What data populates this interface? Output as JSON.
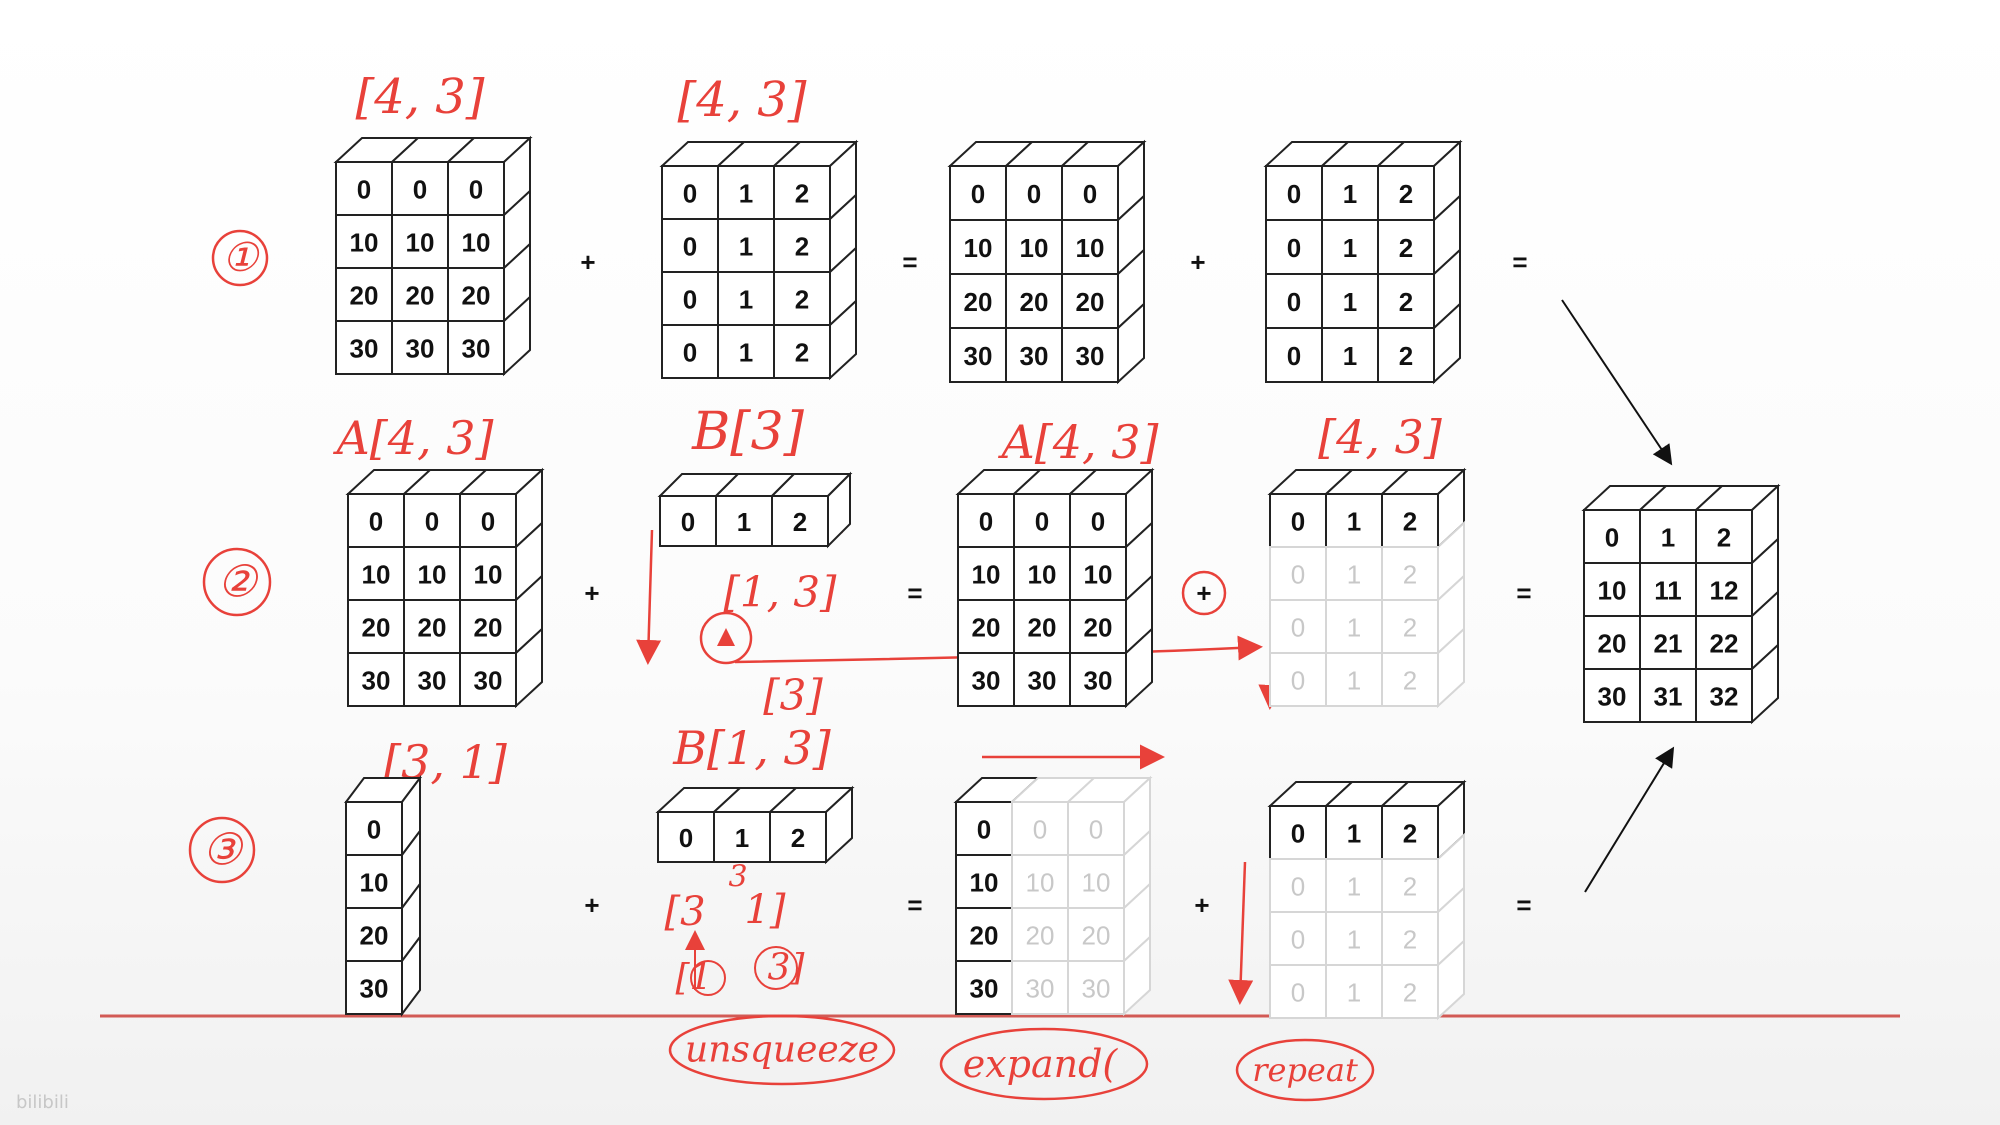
{
  "corner_mark": "",
  "watermark": "bilibili",
  "operators": {
    "plus": "+",
    "equals": "="
  },
  "row_markers": [
    "①",
    "②",
    "③"
  ],
  "shape_labels": {
    "r1a": "[4, 3]",
    "r1b": "[4, 3]",
    "r2a": "A[4, 3]",
    "r2b": "B[3]",
    "r2c": "A[4, 3]",
    "r2d": "[4, 3]",
    "r2e": "[1, 3]",
    "r2f": "[3]",
    "r3a": "[3, 1]",
    "r3b": "B[1, 3]",
    "r3c": "[3",
    "r3d": "1]",
    "r3e": "3",
    "r3f": "[1",
    "r3g": "3]"
  },
  "function_labels": {
    "unsqueeze": "unsqueeze",
    "expand": "expand(",
    "repeat": "repeat"
  },
  "grids": {
    "r1_a": [
      [
        "0",
        "0",
        "0"
      ],
      [
        "10",
        "10",
        "10"
      ],
      [
        "20",
        "20",
        "20"
      ],
      [
        "30",
        "30",
        "30"
      ]
    ],
    "r1_b": [
      [
        "0",
        "1",
        "2"
      ],
      [
        "0",
        "1",
        "2"
      ],
      [
        "0",
        "1",
        "2"
      ],
      [
        "0",
        "1",
        "2"
      ]
    ],
    "r1_c": [
      [
        "0",
        "0",
        "0"
      ],
      [
        "10",
        "10",
        "10"
      ],
      [
        "20",
        "20",
        "20"
      ],
      [
        "30",
        "30",
        "30"
      ]
    ],
    "r1_d": [
      [
        "0",
        "1",
        "2"
      ],
      [
        "0",
        "1",
        "2"
      ],
      [
        "0",
        "1",
        "2"
      ],
      [
        "0",
        "1",
        "2"
      ]
    ],
    "r2_a": [
      [
        "0",
        "0",
        "0"
      ],
      [
        "10",
        "10",
        "10"
      ],
      [
        "20",
        "20",
        "20"
      ],
      [
        "30",
        "30",
        "30"
      ]
    ],
    "r2_b": [
      [
        "0",
        "1",
        "2"
      ]
    ],
    "r2_c": [
      [
        "0",
        "0",
        "0"
      ],
      [
        "10",
        "10",
        "10"
      ],
      [
        "20",
        "20",
        "20"
      ],
      [
        "30",
        "30",
        "30"
      ]
    ],
    "r2_d": [
      [
        "0",
        "1",
        "2"
      ],
      [
        "0",
        "1",
        "2"
      ],
      [
        "0",
        "1",
        "2"
      ],
      [
        "0",
        "1",
        "2"
      ]
    ],
    "r3_a": [
      [
        "0"
      ],
      [
        "10"
      ],
      [
        "20"
      ],
      [
        "30"
      ]
    ],
    "r3_b": [
      [
        "0",
        "1",
        "2"
      ]
    ],
    "r3_c": [
      [
        "0",
        "0",
        "0"
      ],
      [
        "10",
        "10",
        "10"
      ],
      [
        "20",
        "20",
        "20"
      ],
      [
        "30",
        "30",
        "30"
      ]
    ],
    "r3_d": [
      [
        "0",
        "1",
        "2"
      ],
      [
        "0",
        "1",
        "2"
      ],
      [
        "0",
        "1",
        "2"
      ],
      [
        "0",
        "1",
        "2"
      ]
    ],
    "result": [
      [
        "0",
        "1",
        "2"
      ],
      [
        "10",
        "11",
        "12"
      ],
      [
        "20",
        "21",
        "22"
      ],
      [
        "30",
        "31",
        "32"
      ]
    ]
  },
  "colors": {
    "ink": "#e8413a",
    "cube_line": "#222222",
    "faded": "#c8c8c8"
  }
}
